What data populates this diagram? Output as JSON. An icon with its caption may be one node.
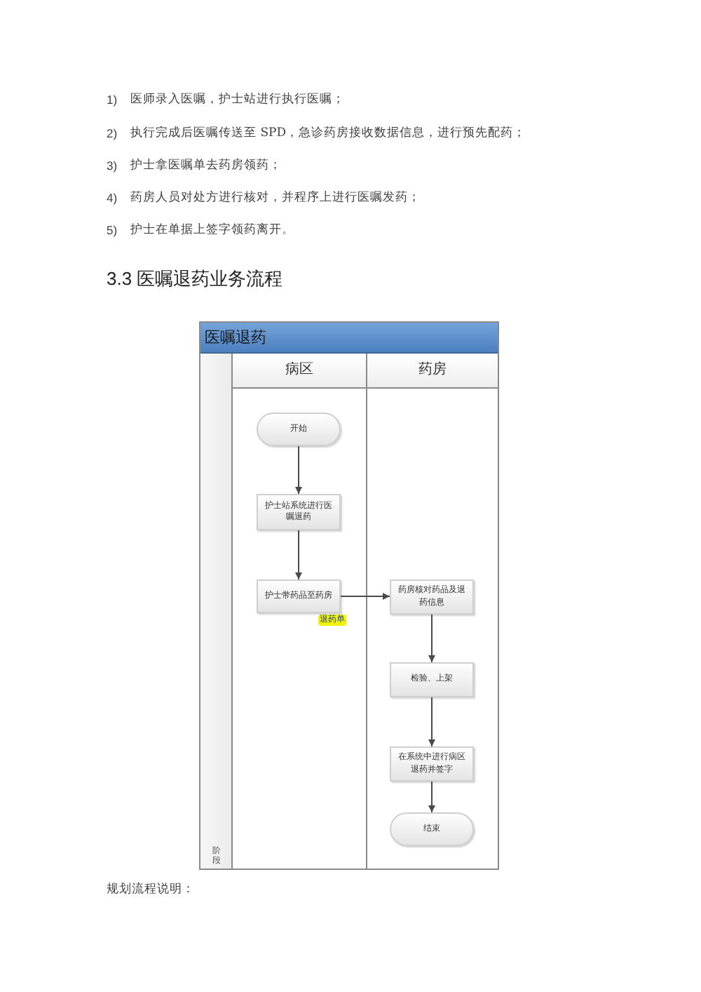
{
  "diagram": {
    "title": "3.3 医嘱退药业务流程",
    "nodes": [
      {
        "text": [
          "医嘱退药"
        ]
      },
      {
        "text": [
          "病区"
        ],
        "in": 0
      },
      {
        "text": [
          "药房"
        ],
        "in": 0
      },
      {
        "text": [
          "阶段"
        ],
        "in": 0
      },
      {
        "text": [
          "开始"
        ],
        "in": 1
      },
      {
        "text": [
          "护士站系统进行医嘱退药"
        ],
        "in": 1
      },
      {
        "text": [
          "护士带药品至药房"
        ],
        "in": 1,
        "beside": [
          "退药单"
        ]
      },
      {
        "text": [
          "药房核对药品及退药信息"
        ],
        "in": 2
      },
      {
        "text": [
          "检验、上架"
        ],
        "in": 2
      },
      {
        "text": [
          "在系统中进行病区退药并签字"
        ],
        "in": 2
      },
      {
        "text": [
          "结束"
        ],
        "in": 2
      }
    ],
    "edges": [
      {
        "from": 4,
        "to": 5,
        "arrow": "to"
      },
      {
        "from": 5,
        "to": 6,
        "arrow": "to"
      },
      {
        "from": 6,
        "to": 7,
        "arrow": "to"
      },
      {
        "from": 7,
        "to": 8,
        "arrow": "to"
      },
      {
        "from": 8,
        "to": 9,
        "arrow": "to"
      },
      {
        "from": 9,
        "to": 10,
        "arrow": "to"
      }
    ],
    "labels": [
      "1)",
      "医师录入医嘱，护士站进行执行医嘱；",
      "2)",
      "执行完成后医嘱传送至 SPD，急诊药房接收数据信息，进行预先配药；",
      "3)",
      "护士拿医嘱单去药房领药；",
      "4)",
      "药房人员对处方进行核对，并程序上进行医嘱发药；",
      "5)",
      "护士在单据上签字领药离开。",
      "规划流程说明："
    ]
  }
}
